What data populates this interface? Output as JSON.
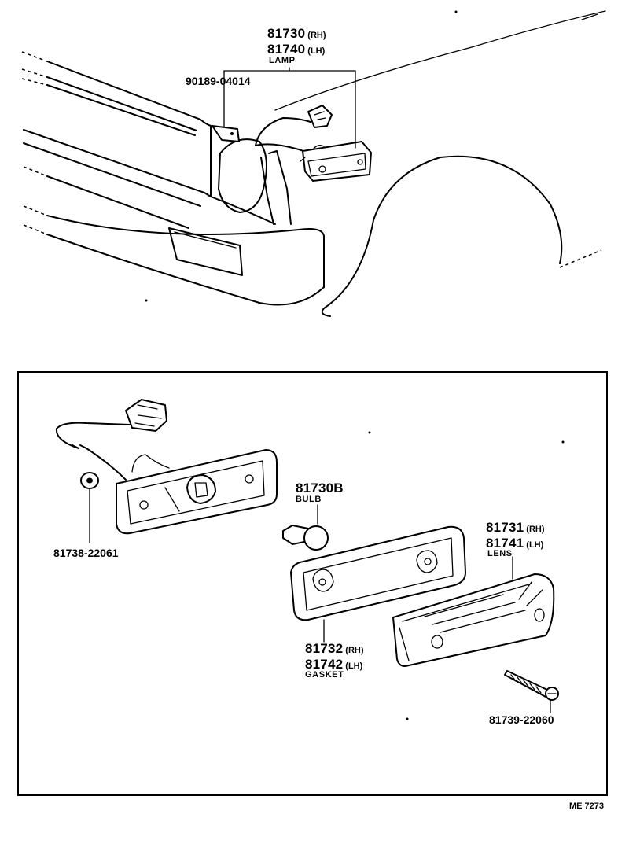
{
  "callouts": {
    "lamp": {
      "rh_number": "81730",
      "rh_side": "(RH)",
      "lh_number": "81740",
      "lh_side": "(LH)",
      "name": "LAMP"
    },
    "clip": {
      "number": "90189-04014"
    },
    "bulb": {
      "number": "81730B",
      "name": "BULB"
    },
    "grommet": {
      "number": "81738-22061"
    },
    "lens": {
      "rh_number": "81731",
      "rh_side": "(RH)",
      "lh_number": "81741",
      "lh_side": "(LH)",
      "name": "LENS"
    },
    "gasket": {
      "rh_number": "81732",
      "rh_side": "(RH)",
      "lh_number": "81742",
      "lh_side": "(LH)",
      "name": "GASKET"
    },
    "screw": {
      "number": "81739-22060"
    }
  },
  "illustration_code": "ME 7273"
}
